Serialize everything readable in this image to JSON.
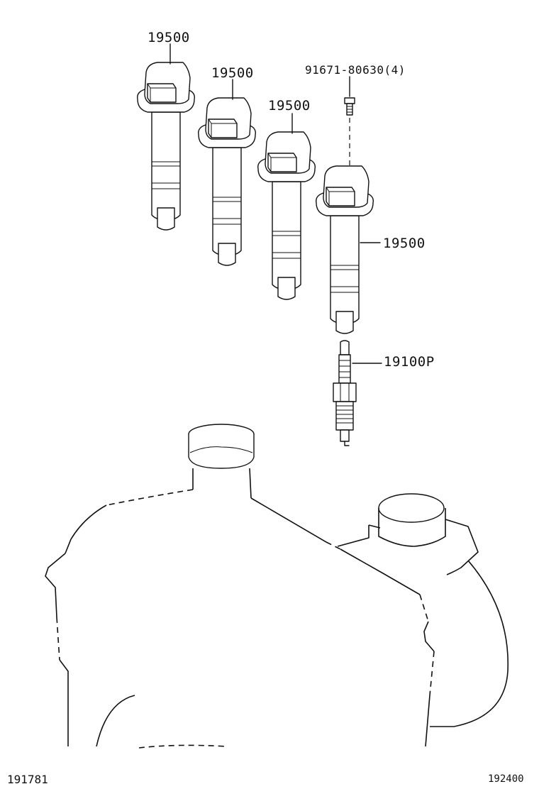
{
  "labels": {
    "coil_1": "19500",
    "coil_2": "19500",
    "coil_3": "19500",
    "coil_4": "19500",
    "bolt": "91671-80630(4)",
    "spark_plug": "19100P"
  },
  "footer": {
    "left_code": "191781",
    "right_code": "192400"
  }
}
